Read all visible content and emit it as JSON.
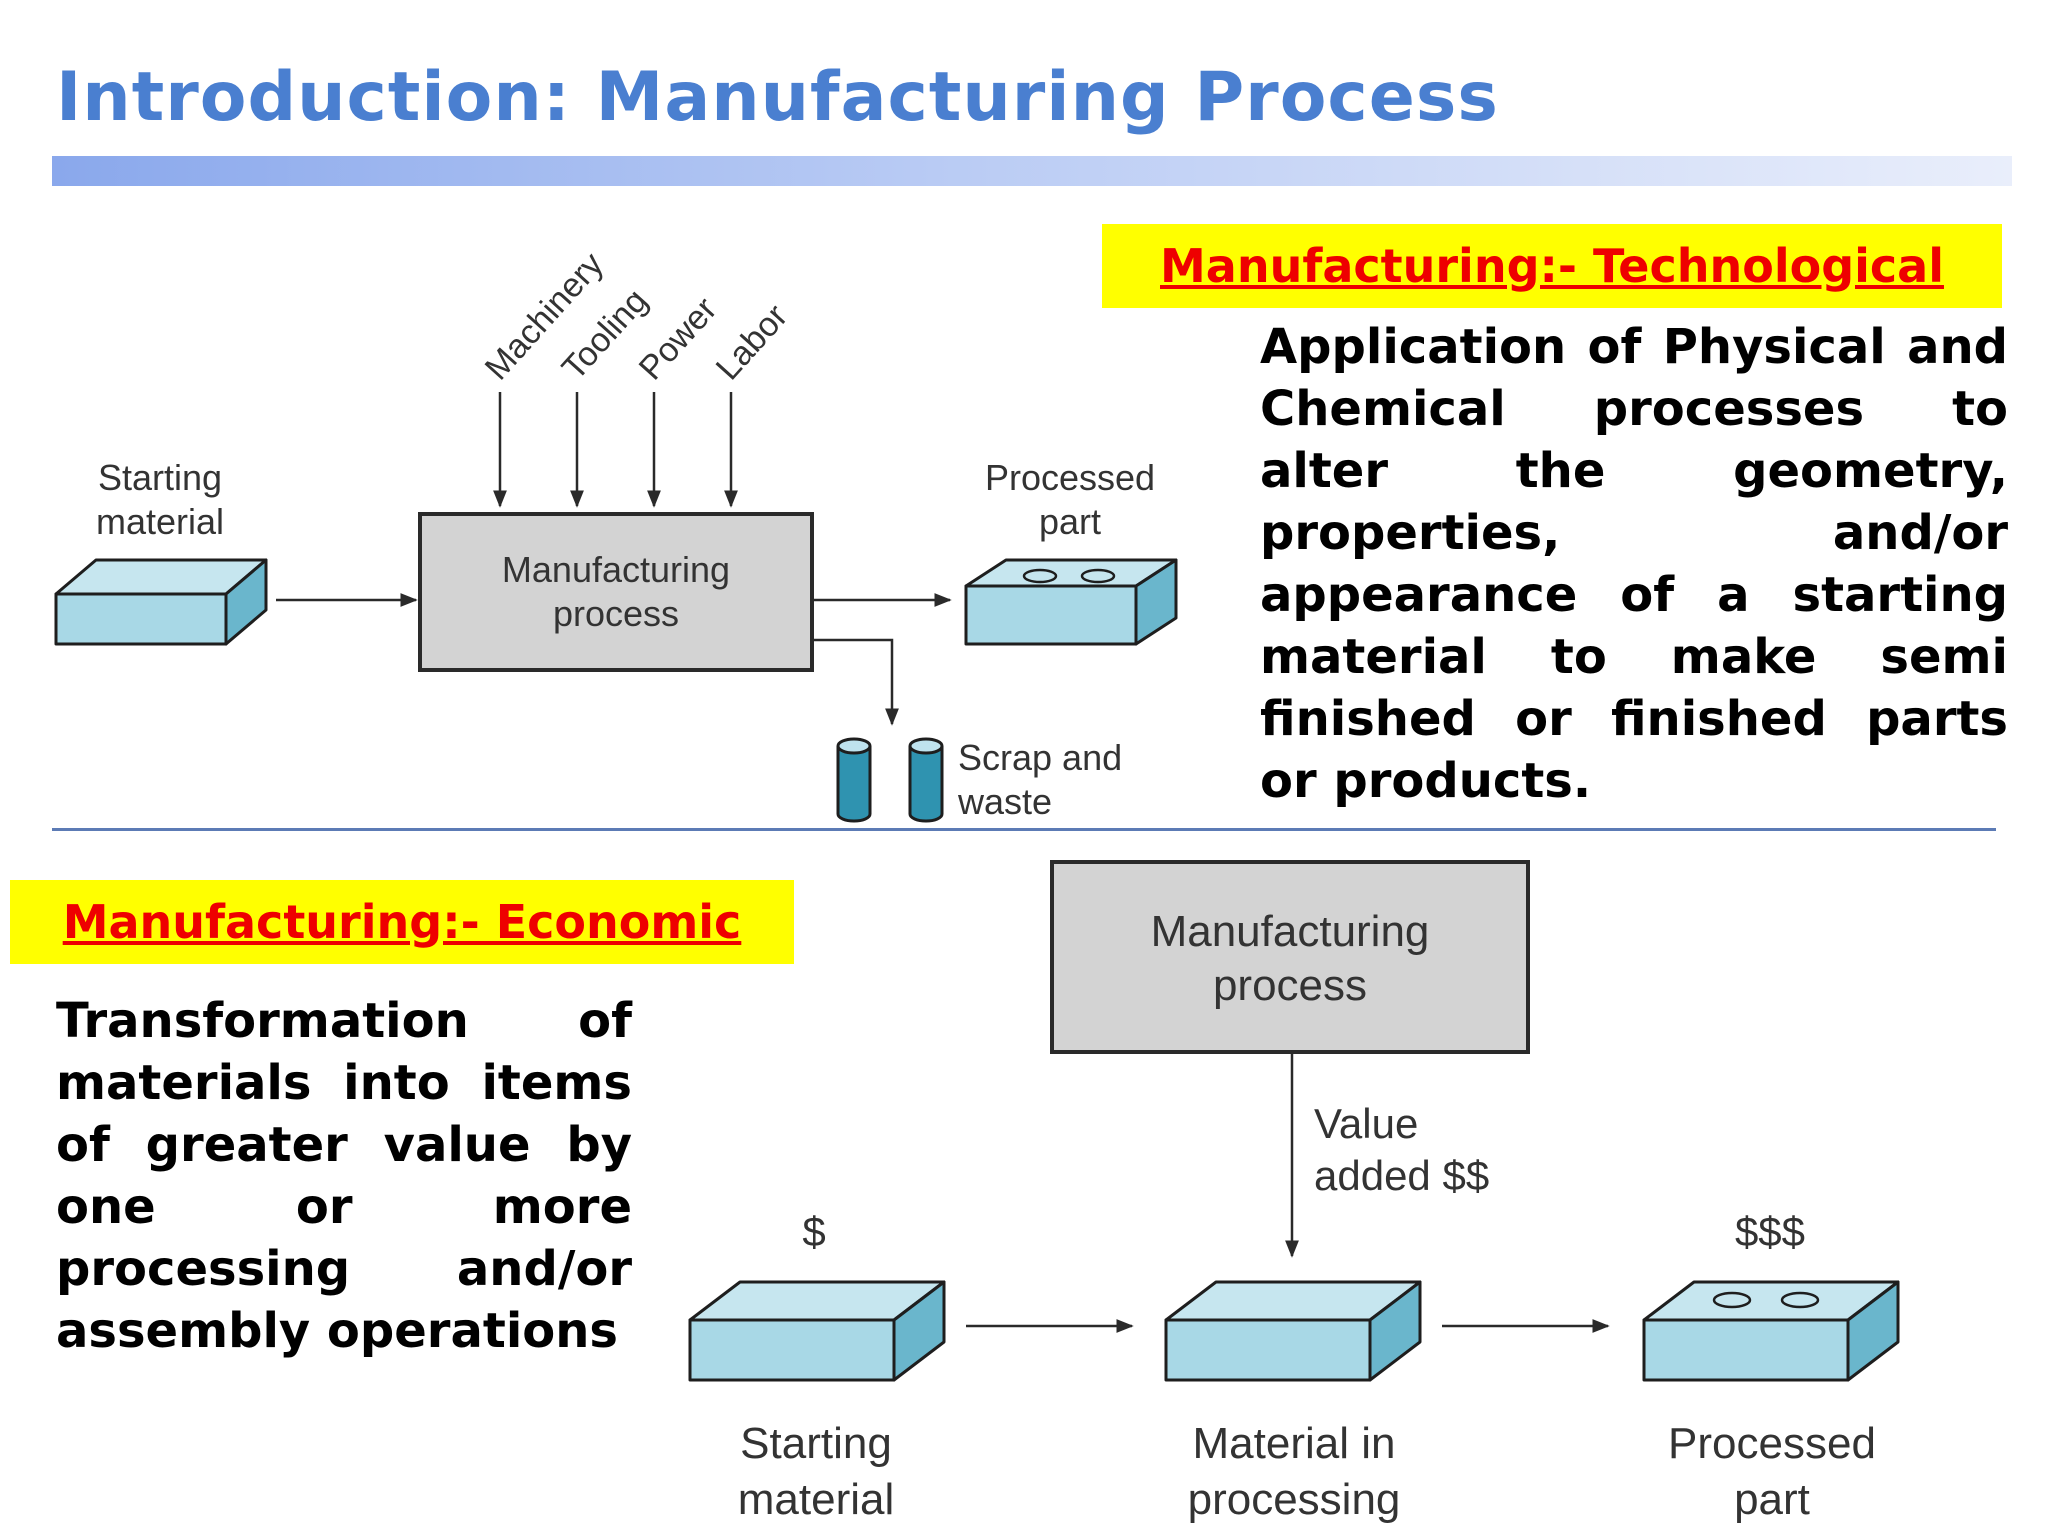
{
  "title": "Introduction: Manufacturing Process",
  "technological": {
    "heading": "Manufacturing:- Technological",
    "body": "Application of Physical and Chemical processes to alter the geometry, properties, and/or appearance of a starting material to make semi finished or finished parts or products.",
    "diagram": {
      "inputs": [
        "Machinery",
        "Tooling",
        "Power",
        "Labor"
      ],
      "start_line1": "Starting",
      "start_line2": "material",
      "process_line1": "Manufacturing",
      "process_line2": "process",
      "output_line1": "Processed",
      "output_line2": "part",
      "scrap_line1": "Scrap and",
      "scrap_line2": "waste"
    }
  },
  "economic": {
    "heading": "Manufacturing:- Economic",
    "body": "Transformation of materials into items of greater value by one or more processing and/or assembly operations",
    "diagram": {
      "process_line1": "Manufacturing",
      "process_line2": "process",
      "value_line1": "Value",
      "value_line2": "added $$",
      "start_price": "$",
      "end_price": "$$$",
      "start_line1": "Starting",
      "start_line2": "material",
      "mid_line1": "Material in",
      "mid_line2": "processing",
      "end_line1": "Processed",
      "end_line2": "part"
    }
  },
  "colors": {
    "title": "#4a7fd0",
    "highlight": "#ffff00",
    "heading_text": "#ee0000",
    "block_front": "#a8d8e6",
    "block_top": "#c6e6ef",
    "block_side": "#6ab6cc",
    "process_box": "#d3d3d3"
  }
}
